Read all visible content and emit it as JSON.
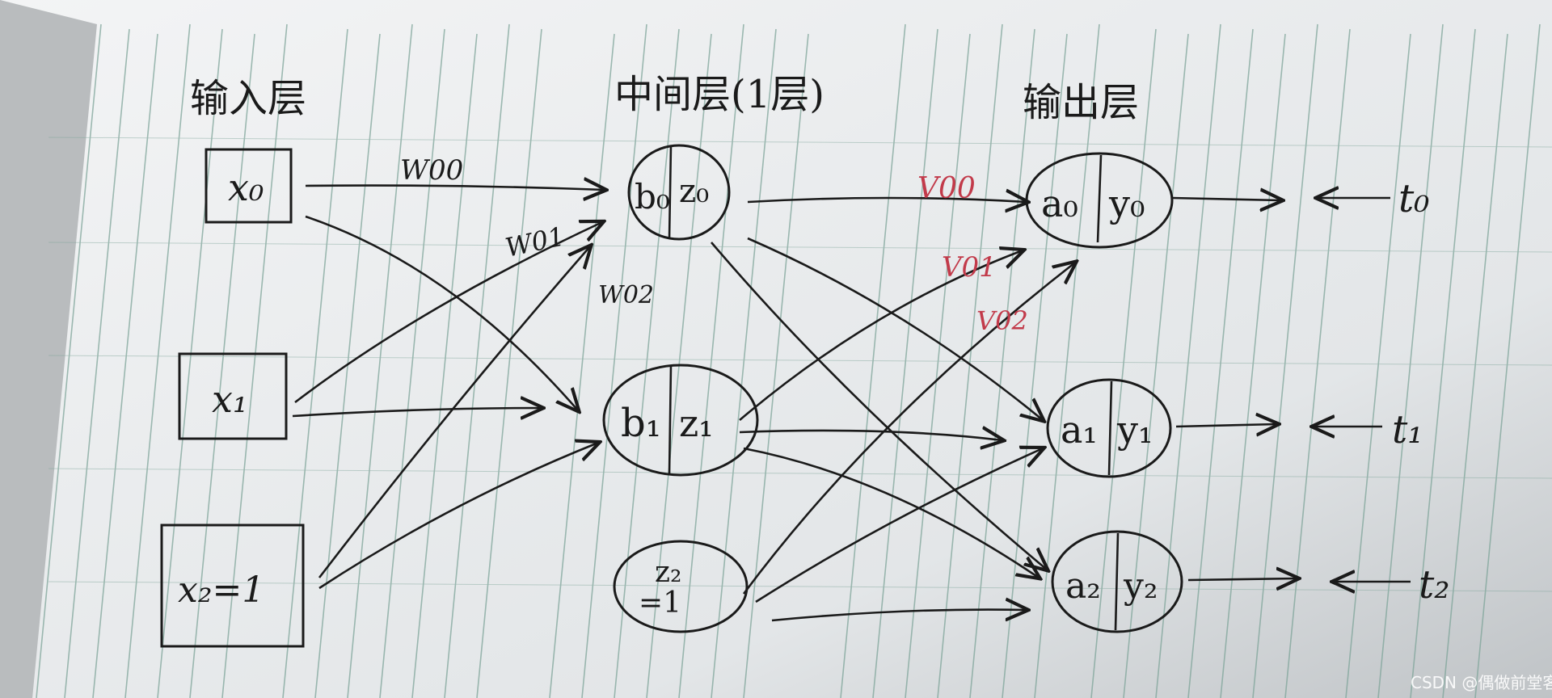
{
  "layers": {
    "input": "输入层",
    "hidden": "中间层(1层)",
    "output": "输出层"
  },
  "input_nodes": [
    "x₀",
    "x₁",
    "x₂=1"
  ],
  "hidden_nodes": [
    {
      "left": "b₀",
      "right": "z₀"
    },
    {
      "left": "b₁",
      "right": "z₁"
    }
  ],
  "bias_node": {
    "top": "z₂",
    "bottom": "=1"
  },
  "output_nodes": [
    {
      "left": "a₀",
      "right": "y₀"
    },
    {
      "left": "a₁",
      "right": "y₁"
    },
    {
      "left": "a₂",
      "right": "y₂"
    }
  ],
  "targets": [
    "t₀",
    "t₁",
    "t₂"
  ],
  "weights": {
    "w00": "W00",
    "w01": "W01",
    "w02": "W02",
    "v00": "V00",
    "v01": "V01",
    "v02": "V02"
  },
  "watermark": "CSDN @偶做前堂客",
  "colors": {
    "ink": "#1a1a1a",
    "red_ink": "#c23a4a",
    "paper": "#e9ecef",
    "grid": "#7fa59a"
  }
}
